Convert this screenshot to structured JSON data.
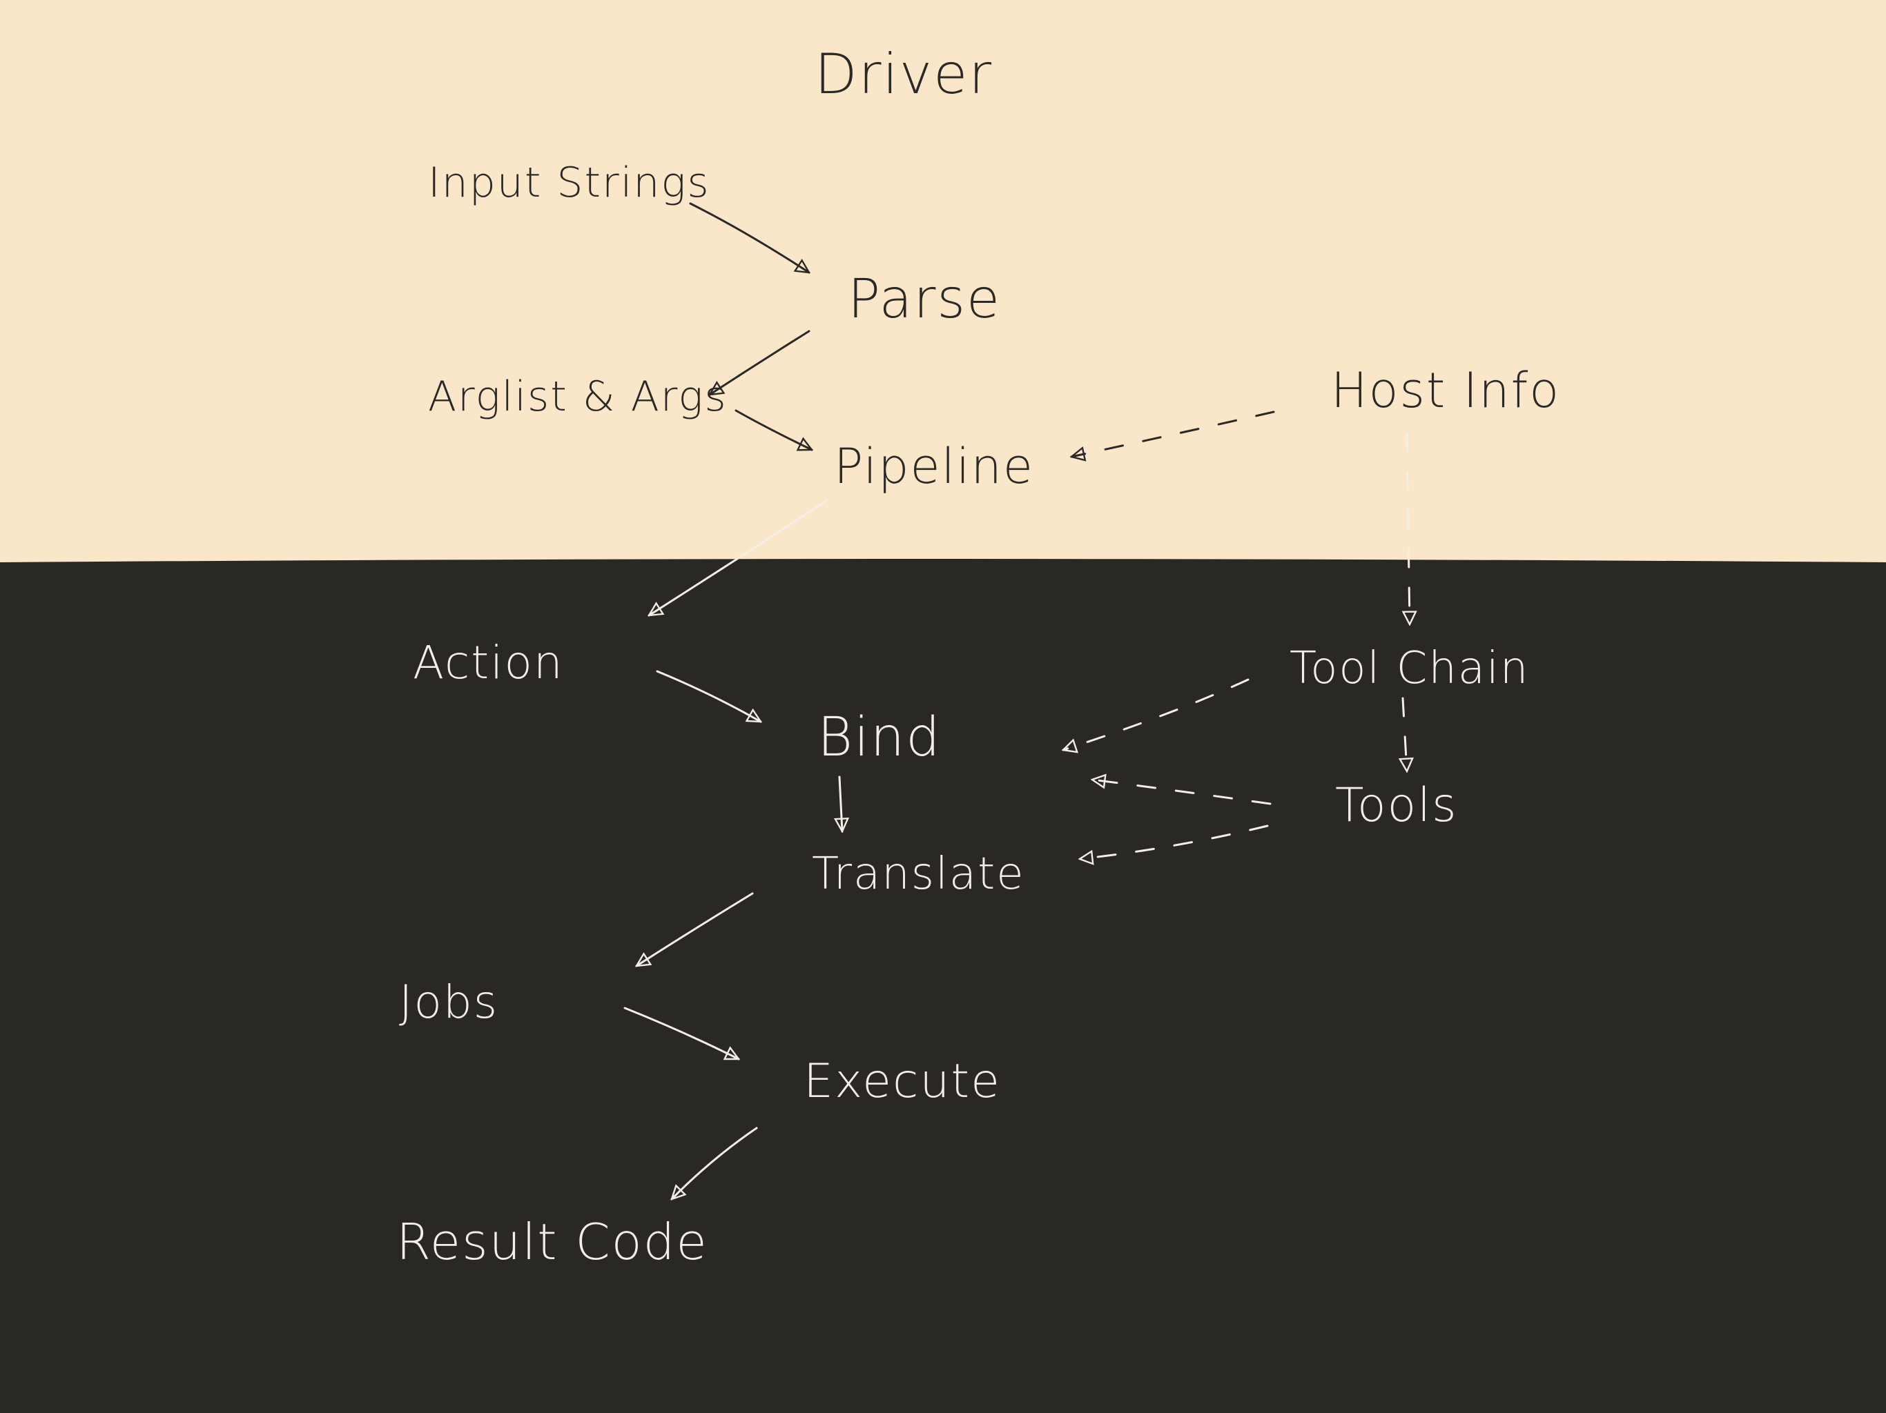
{
  "title": "Driver",
  "colors": {
    "top_background": "#fae6c9",
    "bottom_background": "#292825",
    "ink_on_light": "#2b2926",
    "ink_on_dark": "#f3efe6"
  },
  "nodes": [
    {
      "id": "driver",
      "label": "Driver"
    },
    {
      "id": "input_strings",
      "label": "Input Strings"
    },
    {
      "id": "parse",
      "label": "Parse"
    },
    {
      "id": "arglist_args",
      "label": "Arglist & Args"
    },
    {
      "id": "host_info",
      "label": "Host Info"
    },
    {
      "id": "pipeline",
      "label": "Pipeline"
    },
    {
      "id": "action",
      "label": "Action"
    },
    {
      "id": "tool_chain",
      "label": "Tool Chain"
    },
    {
      "id": "bind",
      "label": "Bind"
    },
    {
      "id": "tools",
      "label": "Tools"
    },
    {
      "id": "translate",
      "label": "Translate"
    },
    {
      "id": "jobs",
      "label": "Jobs"
    },
    {
      "id": "execute",
      "label": "Execute"
    },
    {
      "id": "result_code",
      "label": "Result Code"
    }
  ],
  "edges": [
    {
      "from": "input_strings",
      "to": "parse",
      "style": "solid"
    },
    {
      "from": "parse",
      "to": "arglist_args",
      "style": "solid"
    },
    {
      "from": "arglist_args",
      "to": "pipeline",
      "style": "solid"
    },
    {
      "from": "host_info",
      "to": "pipeline",
      "style": "dashed"
    },
    {
      "from": "host_info",
      "to": "tool_chain",
      "style": "dashed"
    },
    {
      "from": "pipeline",
      "to": "action",
      "style": "solid"
    },
    {
      "from": "action",
      "to": "bind",
      "style": "solid"
    },
    {
      "from": "tool_chain",
      "to": "bind",
      "style": "dashed"
    },
    {
      "from": "tool_chain",
      "to": "tools",
      "style": "dashed"
    },
    {
      "from": "tools",
      "to": "bind",
      "style": "dashed"
    },
    {
      "from": "tools",
      "to": "translate",
      "style": "dashed"
    },
    {
      "from": "bind",
      "to": "translate",
      "style": "solid"
    },
    {
      "from": "translate",
      "to": "jobs",
      "style": "solid"
    },
    {
      "from": "jobs",
      "to": "execute",
      "style": "solid"
    },
    {
      "from": "execute",
      "to": "result_code",
      "style": "solid"
    }
  ]
}
